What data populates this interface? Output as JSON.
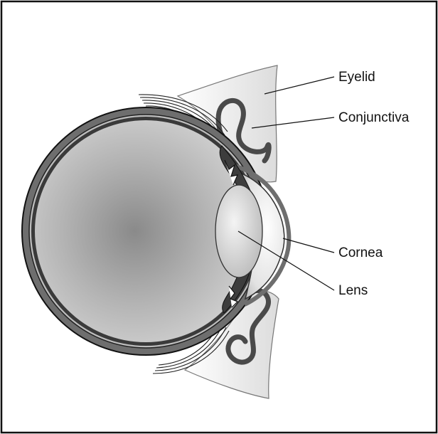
{
  "labels": {
    "eyelid": "Eyelid",
    "conjunctiva": "Conjunctiva",
    "cornea": "Cornea",
    "lens": "Lens"
  },
  "colors": {
    "border": "#111111",
    "sclera": "#6e6e6e",
    "globe_light": "#d4d4d4",
    "globe_dark": "#8a8a8a",
    "lid_fill": "#e9e9e9",
    "conjunctiva_dark": "#4a4a4a"
  }
}
